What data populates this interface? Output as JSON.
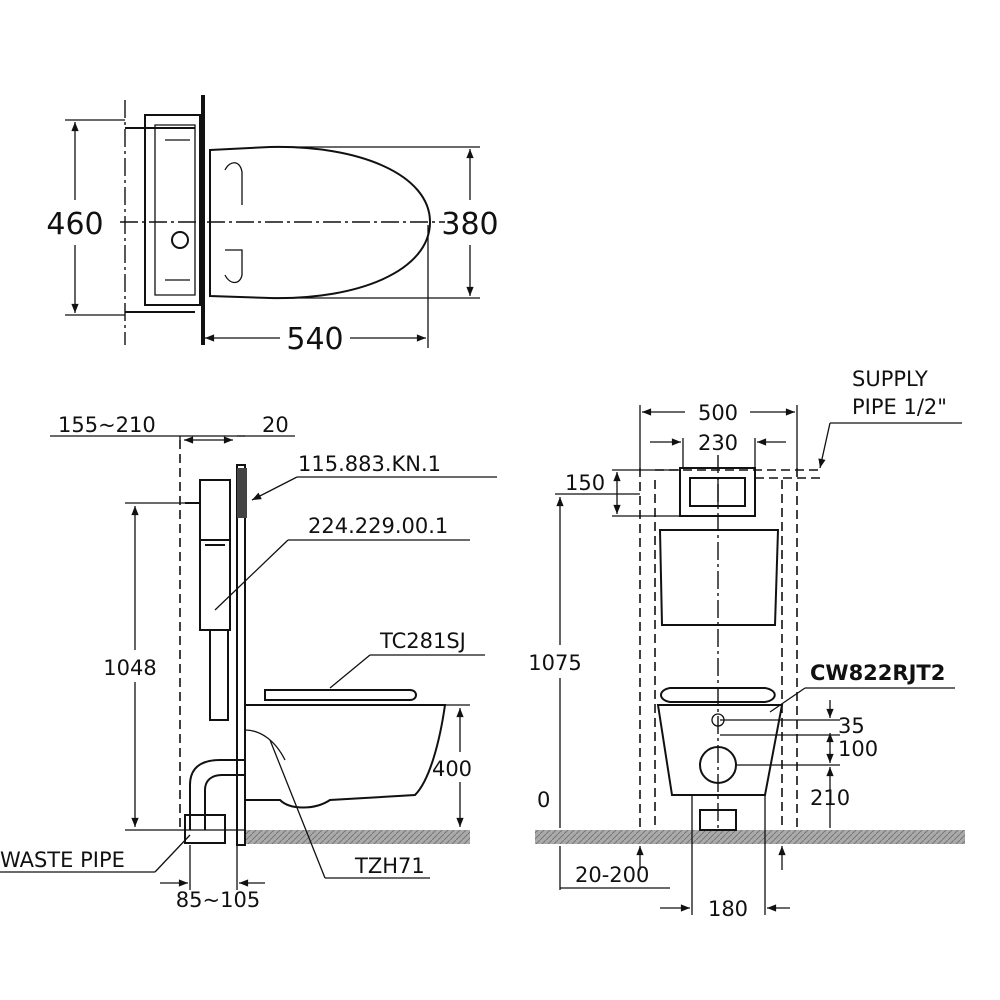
{
  "top_view": {
    "width_460": "460",
    "width_380": "380",
    "length_540": "540"
  },
  "side_view": {
    "dim_155_210": "155~210",
    "dim_20": "20",
    "part_flush_plate": "115.883.KN.1",
    "part_frame": "224.229.00.1",
    "part_seat": "TC281SJ",
    "dim_1048": "1048",
    "dim_400": "400",
    "waste_pipe": "WASTE PIPE",
    "dim_85_105": "85~105",
    "part_fitting": "TZH71"
  },
  "front_view": {
    "supply_line1": "SUPPLY",
    "supply_line2": "PIPE 1/2\"",
    "dim_500": "500",
    "dim_230": "230",
    "dim_150": "150",
    "dim_1075": "1075",
    "model": "CW822RJT2",
    "dim_35": "35",
    "dim_100": "100",
    "dim_210": "210",
    "dim_0": "0",
    "dim_20_200": "20-200",
    "dim_180": "180"
  }
}
